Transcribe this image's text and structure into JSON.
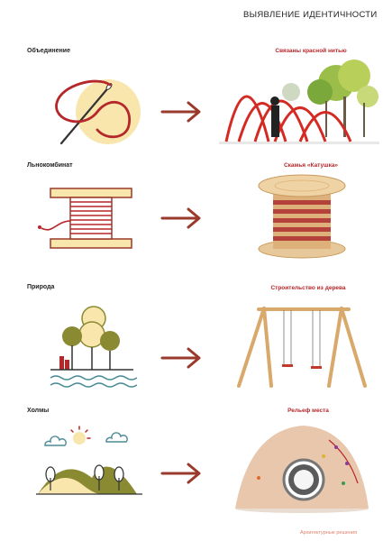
{
  "page": {
    "title": "ВЫЯВЛЕНИЕ ИДЕНТИЧНОСТИ",
    "footer": "Архитектурные решения"
  },
  "colors": {
    "accent": "#b5272a",
    "arrow": "#9a3a2c",
    "olive": "#8a8a32",
    "cream": "#f8e6ad",
    "water": "#4a8b96",
    "wood": "#d9a86b"
  },
  "rows": [
    {
      "label": "Объединение",
      "caption": "Связаны красной нитью",
      "icon": "needle-thread-icon",
      "photo": "red-arches-render"
    },
    {
      "label": "Льнокомбинат",
      "caption": "Скамья «Катушка»",
      "icon": "spool-icon",
      "photo": "spool-bench-render"
    },
    {
      "label": "Природа",
      "caption": "Строительство из дерева",
      "icon": "nature-icon",
      "photo": "wooden-swing-render"
    },
    {
      "label": "Холмы",
      "caption": "Рельеф места",
      "icon": "hills-icon",
      "photo": "climbing-hill-render"
    }
  ]
}
